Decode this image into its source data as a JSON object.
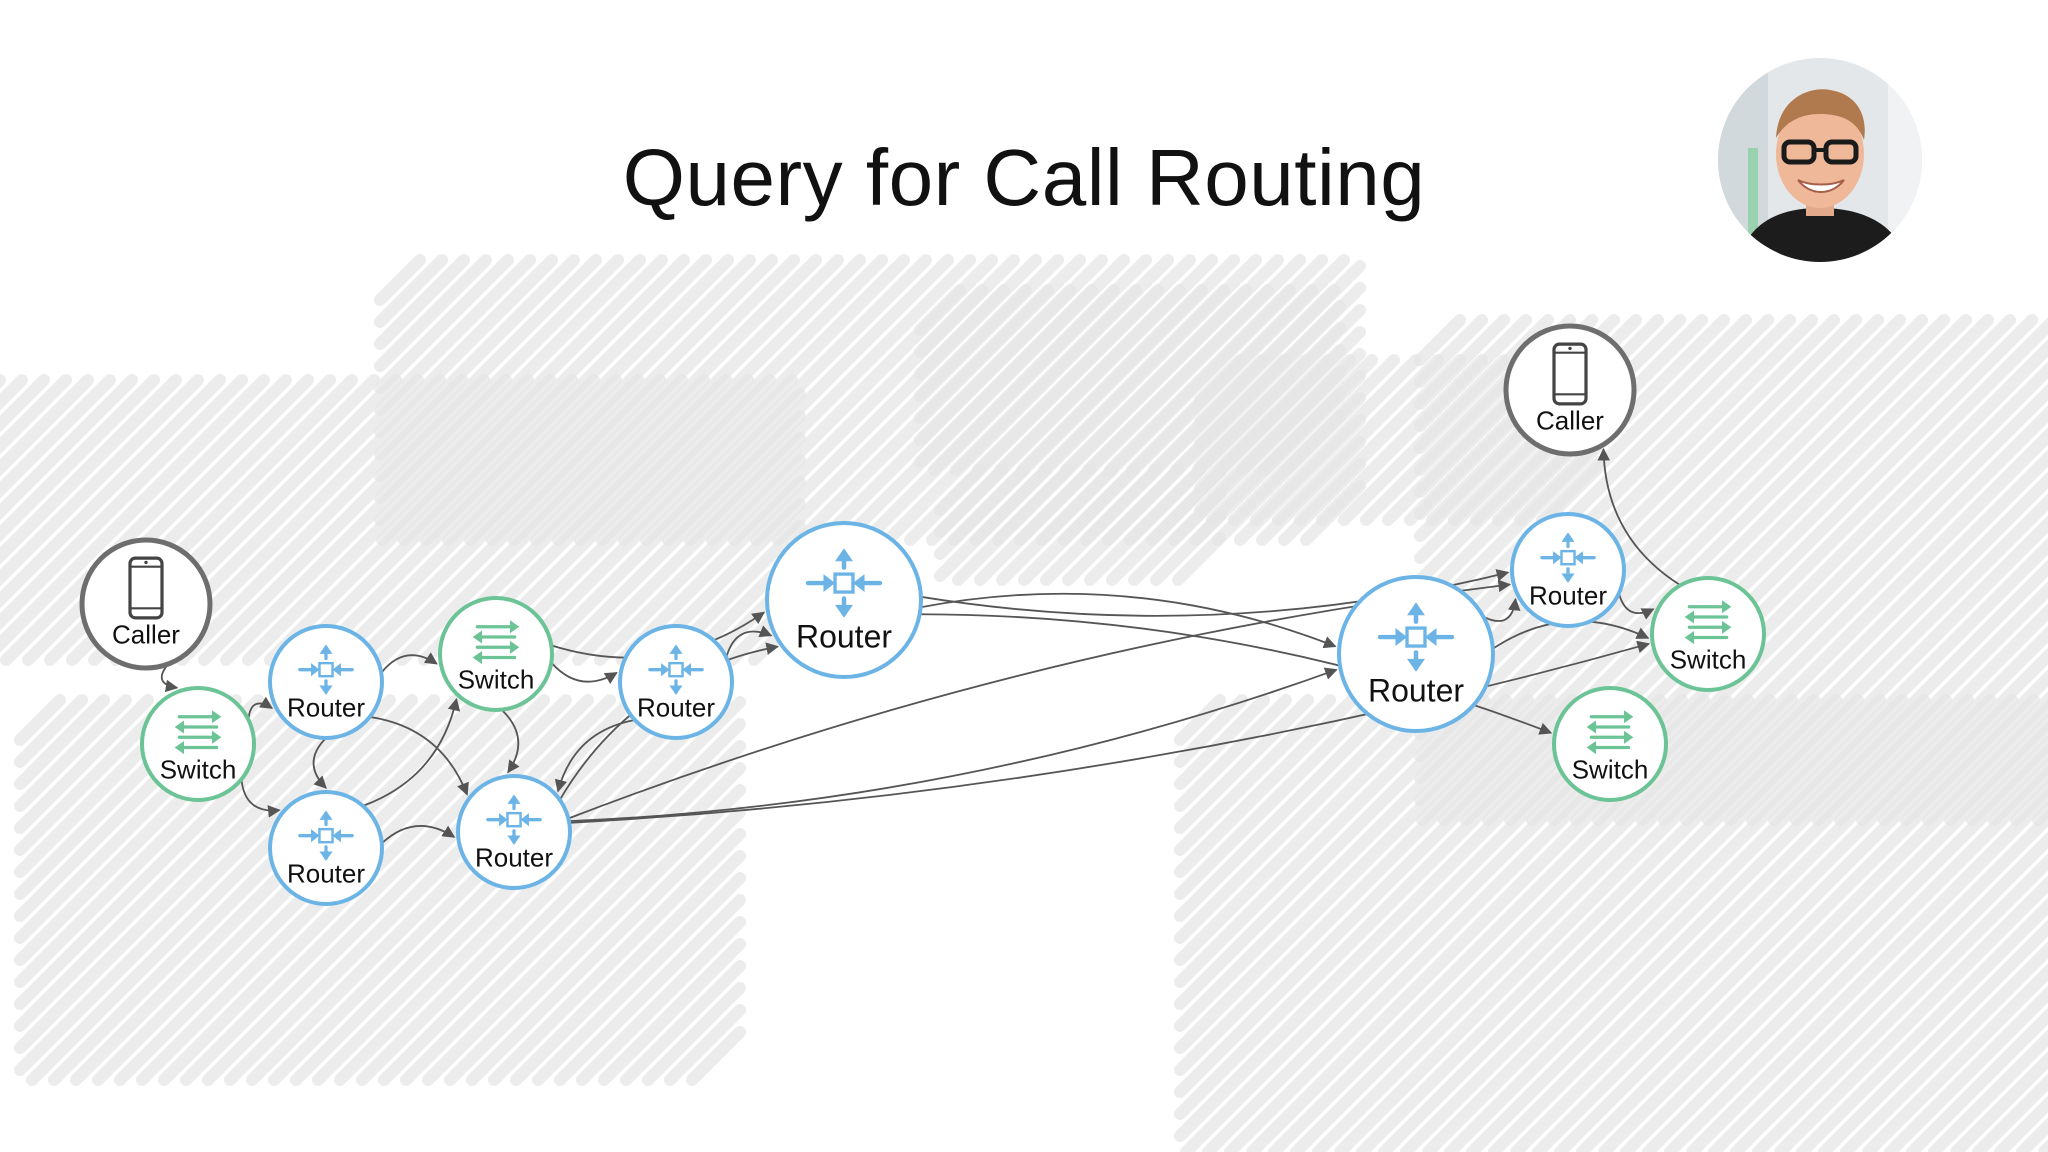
{
  "slide": {
    "title": "Query for Call Routing"
  },
  "presenter": {
    "icon": "presenter-avatar"
  },
  "colors": {
    "router": "#6cb4e6",
    "switch": "#6cc396",
    "caller": "#6e6e6e",
    "edge": "#555555",
    "background_map": "#e6e6e6"
  },
  "diagram": {
    "nodes": [
      {
        "id": "caller-left",
        "type": "caller",
        "label": "Caller"
      },
      {
        "id": "switch-1",
        "type": "switch",
        "label": "Switch"
      },
      {
        "id": "router-1",
        "type": "router",
        "label": "Router"
      },
      {
        "id": "router-2",
        "type": "router",
        "label": "Router"
      },
      {
        "id": "switch-2",
        "type": "switch",
        "label": "Switch"
      },
      {
        "id": "router-3",
        "type": "router",
        "label": "Router"
      },
      {
        "id": "router-4",
        "type": "router",
        "label": "Router"
      },
      {
        "id": "router-5",
        "type": "router",
        "label": "Router"
      },
      {
        "id": "router-6",
        "type": "router",
        "label": "Router"
      },
      {
        "id": "router-7",
        "type": "router",
        "label": "Router"
      },
      {
        "id": "switch-3",
        "type": "switch",
        "label": "Switch"
      },
      {
        "id": "switch-4",
        "type": "switch",
        "label": "Switch"
      },
      {
        "id": "caller-right",
        "type": "caller",
        "label": "Caller"
      }
    ],
    "edges": [
      {
        "from": "caller-left",
        "to": "switch-1"
      },
      {
        "from": "switch-1",
        "to": "router-1"
      },
      {
        "from": "switch-1",
        "to": "router-2"
      },
      {
        "from": "router-1",
        "to": "switch-2"
      },
      {
        "from": "router-1",
        "to": "router-2"
      },
      {
        "from": "router-1",
        "to": "router-3"
      },
      {
        "from": "router-2",
        "to": "switch-2"
      },
      {
        "from": "router-2",
        "to": "router-3"
      },
      {
        "from": "switch-2",
        "to": "router-4"
      },
      {
        "from": "switch-2",
        "to": "router-3"
      },
      {
        "from": "switch-2",
        "to": "router-5"
      },
      {
        "from": "router-4",
        "to": "router-5"
      },
      {
        "from": "router-4",
        "to": "router-3"
      },
      {
        "from": "router-3",
        "to": "router-5"
      },
      {
        "from": "router-3",
        "to": "router-6"
      },
      {
        "from": "router-3",
        "to": "router-7"
      },
      {
        "from": "router-3",
        "to": "switch-3"
      },
      {
        "from": "router-5",
        "to": "router-6"
      },
      {
        "from": "router-5",
        "to": "router-7"
      },
      {
        "from": "router-5",
        "to": "switch-4"
      },
      {
        "from": "router-6",
        "to": "router-7"
      },
      {
        "from": "router-6",
        "to": "switch-3"
      },
      {
        "from": "router-7",
        "to": "switch-3"
      },
      {
        "from": "switch-3",
        "to": "caller-right"
      }
    ]
  }
}
